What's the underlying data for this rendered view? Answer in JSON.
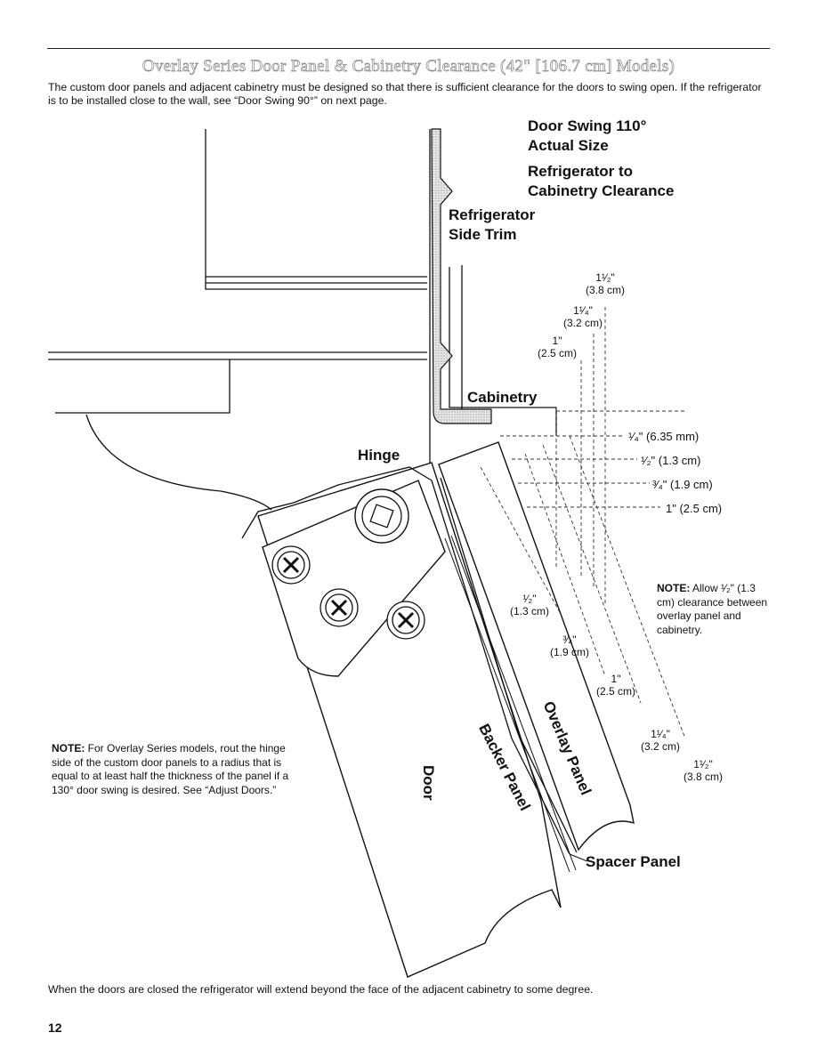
{
  "heading": "Overlay Series Door Panel & Cabinetry Clearance (42\" [106.7 cm] Models)",
  "intro": "The custom door panels and adjacent cabinetry must be designed so that there is sufficient clearance for the doors to swing open. If the refrigerator is to be installed close to the wall, see “Door Swing 90°” on next page.",
  "labels": {
    "door_swing": "Door Swing 110°",
    "actual_size": "Actual Size",
    "clearance_1": "Refrigerator to",
    "clearance_2": "Cabinetry Clearance",
    "side_trim_1": "Refrigerator",
    "side_trim_2": "Side Trim",
    "cabinetry": "Cabinetry",
    "hinge": "Hinge",
    "door": "Door",
    "backer_panel": "Backer Panel",
    "overlay_panel": "Overlay Panel",
    "spacer_panel": "Spacer Panel"
  },
  "top_dims": [
    {
      "a": "1¹⁄₂\"",
      "b": "(3.8 cm)"
    },
    {
      "a": "1¹⁄₄\"",
      "b": "(3.2 cm)"
    },
    {
      "a": "1\"",
      "b": "(2.5 cm)"
    }
  ],
  "right_dims": [
    "¹⁄₄\" (6.35 mm)",
    "¹⁄₂\" (1.3 cm)",
    "³⁄₄\" (1.9 cm)",
    "1\" (2.5 cm)"
  ],
  "panel_dims": [
    {
      "a": "¹⁄₂\"",
      "b": "(1.3 cm)"
    },
    {
      "a": "³⁄₄\"",
      "b": "(1.9 cm)"
    },
    {
      "a": "1\"",
      "b": "(2.5 cm)"
    },
    {
      "a": "1¹⁄₄\"",
      "b": "(3.2 cm)"
    },
    {
      "a": "1¹⁄₂\"",
      "b": "(3.8 cm)"
    }
  ],
  "note_right": {
    "bold": "NOTE:",
    "text": " Allow ¹⁄₂\" (1.3 cm) clearance between overlay panel and cabinetry."
  },
  "note_left": {
    "bold": "NOTE:",
    "text": " For Overlay Series models, rout the hinge side of the custom door panels to a radius that is equal to at least half the thickness of the panel if a 130° door swing is desired. See “Adjust Doors.”"
  },
  "footer": "When the doors are closed the refrigerator will extend beyond the face of the adjacent cabinetry to some degree.",
  "page_number": "12"
}
